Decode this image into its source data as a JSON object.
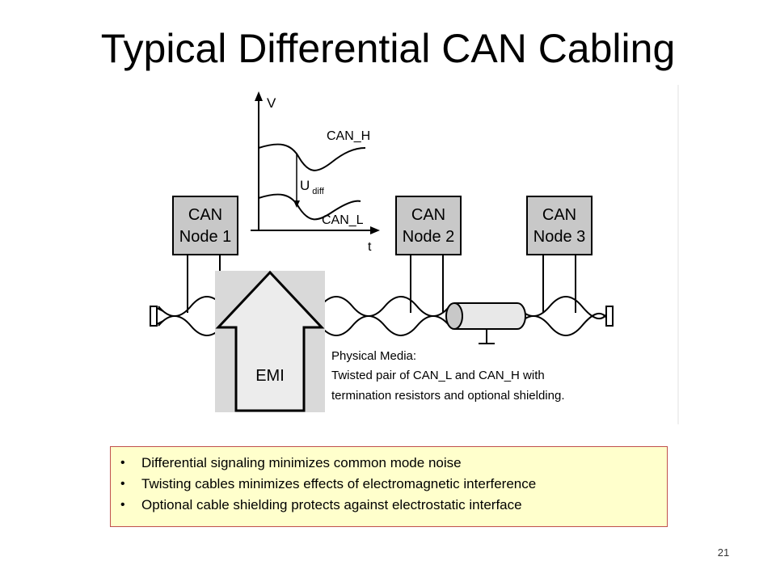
{
  "slide": {
    "title": "Typical Differential CAN Cabling",
    "page_number": "21"
  },
  "diagram": {
    "axis_v": "V",
    "axis_t": "t",
    "can_h": "CAN_H",
    "can_l": "CAN_L",
    "u_main": "U",
    "u_sub": "diff",
    "nodes": [
      {
        "line1": "CAN",
        "line2": "Node 1"
      },
      {
        "line1": "CAN",
        "line2": "Node 2"
      },
      {
        "line1": "CAN",
        "line2": "Node 3"
      }
    ],
    "emi_label": "EMI",
    "media_lines": [
      "Physical Media:",
      "Twisted pair of CAN_L and CAN_H with",
      "termination resistors and optional shielding."
    ],
    "colors": {
      "node_fill": "#c8c8c8",
      "emi_bg": "#d9d9d9"
    }
  },
  "bullets": [
    "Differential signaling minimizes common mode noise",
    "Twisting cables minimizes effects of electromagnetic interference",
    "Optional cable shielding protects against electrostatic interface"
  ]
}
